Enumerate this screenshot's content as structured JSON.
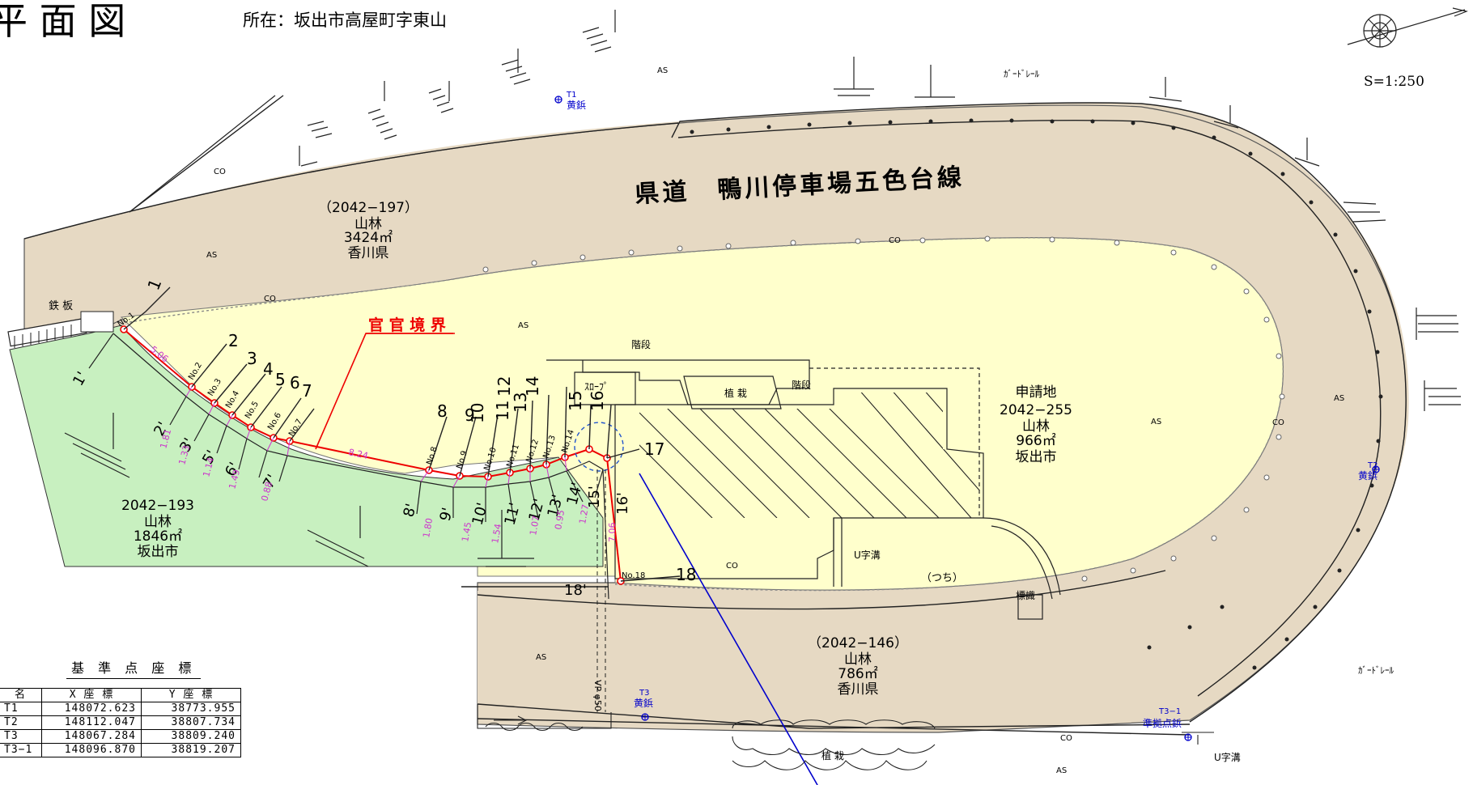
{
  "header": {
    "title": "平 面 図",
    "location": "所在：坂出市高屋町字東山",
    "scale": "S=1:250"
  },
  "road": {
    "name": "県道　鴨川停車場五色台線",
    "guardrail_top": "ｶﾞｰﾄﾞﾚｰﾙ",
    "guardrail_bottom": "ｶﾞｰﾄﾞﾚｰﾙ"
  },
  "parcels": {
    "north": {
      "no": "（2042−197）",
      "use": "山林",
      "area": "3424㎡",
      "owner": "香川県"
    },
    "west": {
      "no": "2042−193",
      "use": "山林",
      "area": "1846㎡",
      "owner": "坂出市"
    },
    "south": {
      "no": "（2042−146）",
      "use": "山林",
      "area": "786㎡",
      "owner": "香川県"
    },
    "application": {
      "label": "申請地",
      "no": "2042−255",
      "use": "山林",
      "area": "966㎡",
      "owner": "坂出市"
    }
  },
  "labels": {
    "boundary": "官 官 境 界",
    "iron_plate": "鉄 板",
    "stairs1": "階段",
    "stairs2": "階段",
    "slope": "ｽﾛｰﾌﾟ",
    "planting1": "植 栽",
    "planting2": "植 栽",
    "u_ditch1": "U字溝",
    "u_ditch2": "U字溝",
    "soil": "（つち）",
    "sign": "標識",
    "pipe": "VP φ50",
    "AS": "AS",
    "CO": "CO"
  },
  "control_points": {
    "T1": {
      "name": "T1",
      "mark": "黄鋲"
    },
    "T2": {
      "name": "T2",
      "mark": "黄鋲"
    },
    "T3": {
      "name": "T3",
      "mark": "黄鋲"
    },
    "T31": {
      "name": "T3−1",
      "mark": "準拠点鋲"
    }
  },
  "boundary_points": [
    {
      "id": "1",
      "no": "No.1",
      "prime": "1'"
    },
    {
      "id": "2",
      "no": "No.2",
      "prime": "2'"
    },
    {
      "id": "3",
      "no": "No.3",
      "prime": "3'"
    },
    {
      "id": "4",
      "no": "No.4",
      "prime": ""
    },
    {
      "id": "5",
      "no": "No.5",
      "prime": "5'"
    },
    {
      "id": "6",
      "no": "No.6",
      "prime": "6'"
    },
    {
      "id": "7",
      "no": "No.7",
      "prime": "7'"
    },
    {
      "id": "8",
      "no": "No.8",
      "prime": "8'"
    },
    {
      "id": "9",
      "no": "No.9",
      "prime": "9'"
    },
    {
      "id": "10",
      "no": "No.10",
      "prime": "10'"
    },
    {
      "id": "11",
      "no": "No.11",
      "prime": "11'"
    },
    {
      "id": "12",
      "no": "No.12",
      "prime": "12'"
    },
    {
      "id": "13",
      "no": "No.13",
      "prime": "13'"
    },
    {
      "id": "14",
      "no": "No.14",
      "prime": "14'"
    },
    {
      "id": "15",
      "no": "",
      "prime": "15'"
    },
    {
      "id": "16",
      "no": "",
      "prime": "16'"
    },
    {
      "id": "17",
      "no": "",
      "prime": ""
    },
    {
      "id": "18",
      "no": "No.18",
      "prime": "18'"
    }
  ],
  "distances": {
    "d1": "5.06",
    "d2": "8.24",
    "d3": "7.06",
    "o1": "1.81",
    "o2": "1.33",
    "o3": "1.14",
    "o4": "1.49",
    "o5": "0.88",
    "o6": "1.80",
    "o7": "1.45",
    "o8": "1.54",
    "o9": "1.07",
    "o10": "0.95",
    "o11": "1.27"
  },
  "coord_table": {
    "title": "基 準 点 座 標",
    "headers": [
      "名",
      "X 座 標",
      "Y 座 標"
    ],
    "rows": [
      [
        "T1",
        "148072.623",
        "38773.955"
      ],
      [
        "T2",
        "148112.047",
        "38807.734"
      ],
      [
        "T3",
        "148067.284",
        "38809.240"
      ],
      [
        "T3−1",
        "148096.870",
        "38819.207"
      ]
    ]
  },
  "colors": {
    "road": "#e6d9c3",
    "application_area": "#ffffcc",
    "west_parcel": "#c8f0c0",
    "boundary_red": "#ee0000",
    "distance_magenta": "#cc33cc",
    "control_blue": "#0000cc"
  }
}
